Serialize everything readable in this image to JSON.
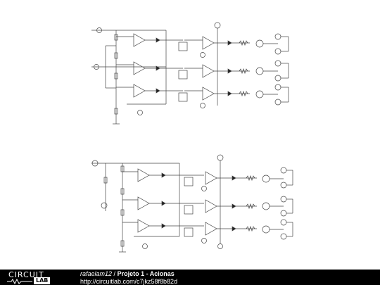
{
  "footer": {
    "logo_top": "CIRCUIT",
    "logo_bottom": "LAB",
    "author": "rafaelam12",
    "separator": "/",
    "project": "Projeto 1 - Acionas",
    "url": "http://circuitlab.com/c7jkz58f8b82d"
  },
  "colors": {
    "wire": "#444444",
    "component": "#222222",
    "footer_bg": "#000000",
    "footer_text": "#ffffff"
  }
}
